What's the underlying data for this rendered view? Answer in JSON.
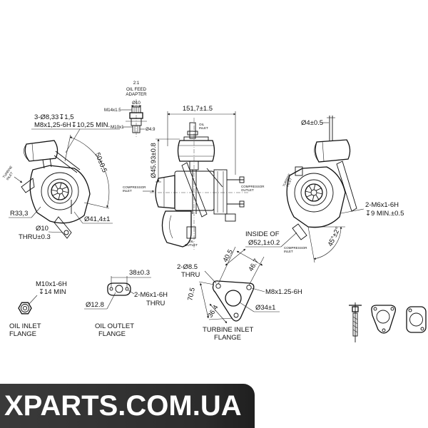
{
  "adapter": {
    "scale": "2:1",
    "title1": "OIL FEED",
    "title2": "ADAPTER",
    "dia": "Ø10",
    "thread_top": "M14x1.5",
    "thread_bottom": "M10x1",
    "dia_small": "Ø4.9"
  },
  "side_view": {
    "width": "151,7±1.5",
    "height": "Ø45.93±0.8",
    "compressor_inlet": [
      "COMPRESSOR",
      "INLET"
    ],
    "compressor_outlet": [
      "COMPRESSOR",
      "OUTLET"
    ],
    "oil_inlet": [
      "OIL",
      "INLET"
    ],
    "oil_outlet": [
      "OIL",
      "OUTLET"
    ]
  },
  "left_view": {
    "holes": "3-Ø8,33↧1,5",
    "thread": "M8x1,25-6H↧10,25 MIN.",
    "arc": "50±0,5",
    "turbine_inlet": [
      "TURBINE",
      "INLET"
    ],
    "radius": "R33,3",
    "outlet_dia": "Ø41,4±1",
    "hole": "Ø10",
    "hole_note": "THRU±0.3"
  },
  "right_view": {
    "rod": "Ø4±0.5",
    "thread": "2-M6x1-6H",
    "depth": "↧9 MIN.±0.5",
    "inside1": "INSIDE OF",
    "inside2": "Ø52,1±0.2",
    "angle": "45°±2°",
    "compressor_inlet": [
      "COMPRESSOR",
      "INLET"
    ],
    "turbine_inlet": [
      "TURBINE",
      "INLET"
    ]
  },
  "oil_inlet_flange": {
    "thread": "M10x1-6H",
    "depth": "↧14 MIN",
    "caption1": "OIL INLET",
    "caption2": "FLANGE"
  },
  "oil_outlet_flange": {
    "spacing": "38±0.3",
    "dia": "Ø12.8",
    "thread": "2-M6x1-6H",
    "thru": "THRU",
    "caption1": "OIL OUTLET",
    "caption2": "FLANGE"
  },
  "turbine_inlet_flange": {
    "holes": "2-Ø8.5",
    "thru": "THRU",
    "d1": "40.5",
    "d2": "46.7",
    "d3": "70.5",
    "d4": "36.4",
    "thread": "M8x1.25-6H",
    "dia": "Ø34±1",
    "caption1": "TURBINE INLET",
    "caption2": "FLANGE"
  },
  "watermark": {
    "text": "XPARTS.COM.UA"
  }
}
